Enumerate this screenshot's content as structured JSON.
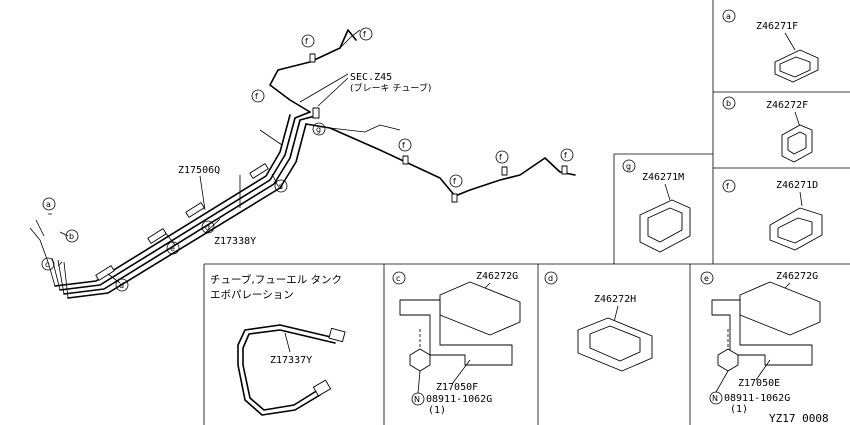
{
  "main": {
    "sec_ref": "SEC.Z45",
    "sec_ref_note": "(ブレーキ チューブ)",
    "tube_label_1": "Z17506Q",
    "tube_label_2": "Z17338Y",
    "callout_a": "a",
    "callout_b": "b",
    "callout_c": "c",
    "callout_d": "d",
    "callout_e": "e",
    "callout_f": "f",
    "callout_g": "g"
  },
  "panels": {
    "a": {
      "letter": "a",
      "part": "Z46271F"
    },
    "b": {
      "letter": "b",
      "part": "Z46272F"
    },
    "g": {
      "letter": "g",
      "part": "Z46271M"
    },
    "f": {
      "letter": "f",
      "part": "Z46271D"
    },
    "tube": {
      "title_line1": "チューブ,フューエル タンク",
      "title_line2": "エボパレーション",
      "part": "Z17337Y"
    },
    "c": {
      "letter": "c",
      "part": "Z46272G",
      "bracket": "Z17050F",
      "bolt_prefix": "N",
      "bolt": "08911-1062G",
      "qty": "(1)"
    },
    "d": {
      "letter": "d",
      "part": "Z46272H"
    },
    "e": {
      "letter": "e",
      "part": "Z46272G",
      "bracket": "Z17050E",
      "bolt_prefix": "N",
      "bolt": "08911-1062G",
      "qty": "(1)"
    }
  },
  "footer": {
    "code": "YZ17 0008"
  }
}
